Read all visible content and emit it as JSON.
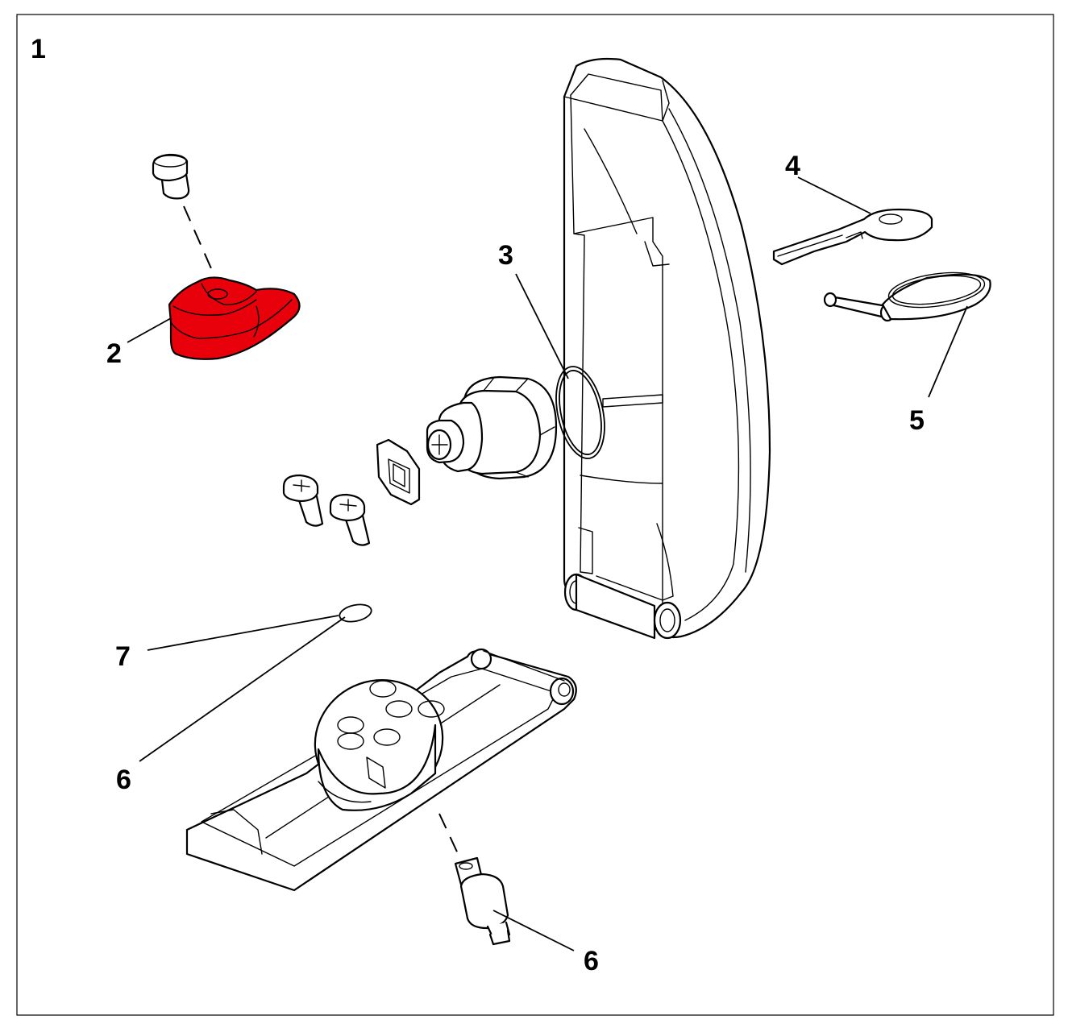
{
  "labels": {
    "figure": "1",
    "handle_knob": "2",
    "o_ring": "3",
    "key": "4",
    "ring_pin": "5",
    "part_6_left": "6",
    "part_6_bottom": "6",
    "small_ring": "7"
  },
  "colors": {
    "highlight": "#e8000b",
    "line": "#000000",
    "background": "#ffffff"
  }
}
